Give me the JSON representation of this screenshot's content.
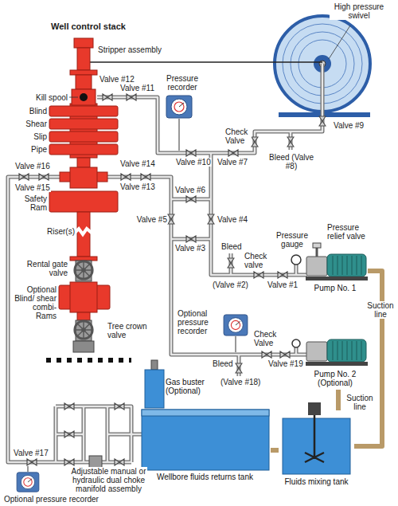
{
  "diagram": {
    "nodes": [
      {
        "text": [
          "Pump No. 1"
        ]
      },
      {
        "text": [
          "Pump No. 2 (Optional)"
        ]
      },
      {
        "text": [
          "Gas buster (Optional)"
        ]
      },
      {
        "text": [
          "Wellbore fluids returns tank"
        ]
      },
      {
        "text": [
          "Fluids mixing tank"
        ]
      }
    ],
    "edges": [
      {
        "from": 4,
        "to": 0,
        "label": "Suction line",
        "arrow": "none"
      },
      {
        "from": 4,
        "to": 1,
        "label": "Suction line",
        "arrow": "none"
      },
      {
        "from": 3,
        "to": 4,
        "arrow": "none"
      }
    ],
    "labels": [
      "Well control stack",
      "Stripper assembly",
      "Pressure recorder",
      "High pressure swivel",
      "Kill spool",
      "Valve #12",
      "Valve #11",
      "Blind",
      "Shear",
      "Slip",
      "Pipe",
      "Valve #16",
      "Valve #14",
      "Valve #15",
      "Valve #13",
      "Safety Ram",
      "Riser(s)",
      "Rental gate valve",
      "Optional Blind/ shear combi- Rams",
      "Tree crown valve",
      "Valve #10",
      "Valve #7",
      "Check Valve",
      "Valve #9",
      "Bleed (Valve #8)",
      "Valve #6",
      "Valve #5",
      "Valve #4",
      "Valve #3",
      "Bleed",
      "Check valve",
      "Pressure gauge",
      "Pressure relief valve",
      "(Valve #2)",
      "Valve #1",
      "Optional pressure recorder",
      "Check Valve",
      "Bleed",
      "(Valve #18)",
      "Valve #19",
      "Valve #17",
      "Adjustable manual or hydraulic dual choke manifold assembly",
      "Optional pressure recorder"
    ]
  }
}
